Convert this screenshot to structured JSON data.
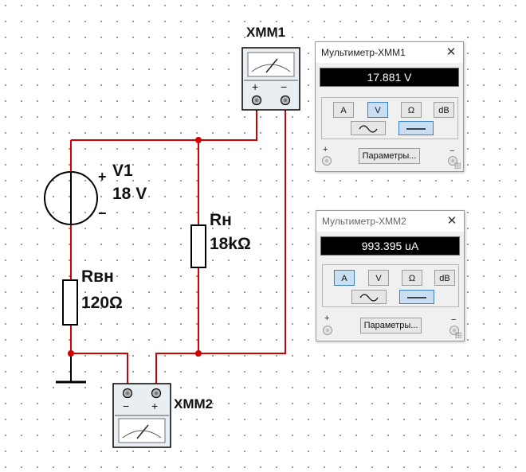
{
  "circuit": {
    "source": {
      "name": "V1",
      "value": "18 V",
      "plus": "+",
      "minus": "−"
    },
    "r_internal": {
      "name": "Rвн",
      "value": "120Ω"
    },
    "r_load": {
      "name": "Rн",
      "value": "18kΩ"
    },
    "meter1_label": "XMM1",
    "meter2_label": "XMM2",
    "meter_plus": "+",
    "meter_minus": "−"
  },
  "multimeter1": {
    "title": "Мультиметр-XMM1",
    "close": "✕",
    "reading": "17.881 V",
    "modes": [
      "A",
      "V",
      "Ω",
      "dB"
    ],
    "active_mode": "V",
    "params_label": "Параметры...",
    "plus": "+",
    "minus": "−"
  },
  "multimeter2": {
    "title": "Мультиметр-XMM2",
    "close": "✕",
    "reading": "993.395 uA",
    "modes": [
      "A",
      "V",
      "Ω",
      "dB"
    ],
    "active_mode": "A",
    "params_label": "Параметры...",
    "plus": "+",
    "minus": "−"
  }
}
